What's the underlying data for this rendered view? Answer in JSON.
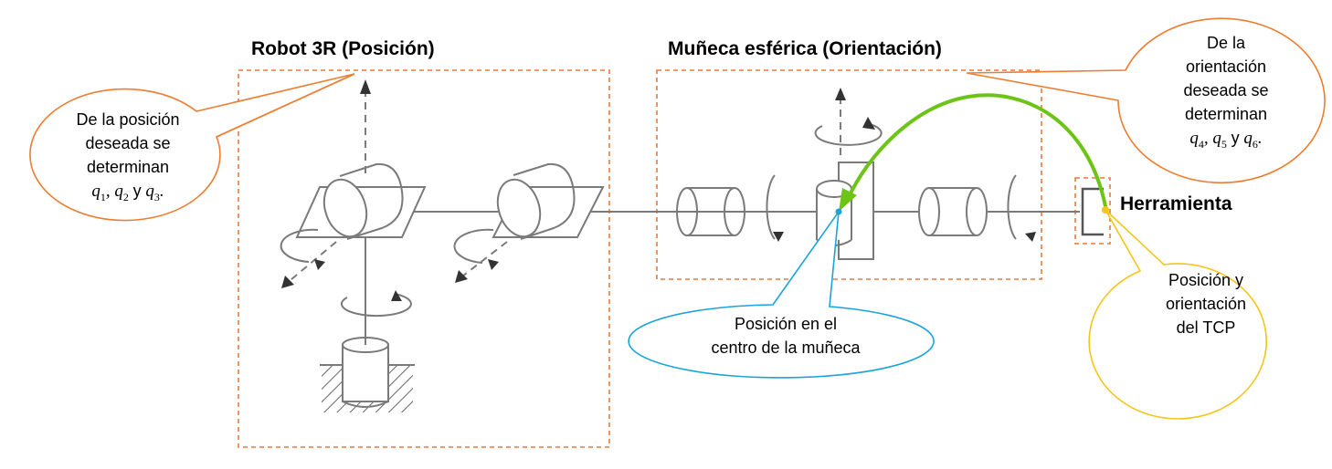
{
  "colors": {
    "box_stroke": "#E8793B",
    "callout_orange": "#ED7D31",
    "callout_blue": "#1AA3DD",
    "callout_yellow": "#F5C518",
    "arc_green": "#6CC417",
    "mechanism": "#7a7a7a"
  },
  "titles": {
    "robot_3r": "Robot 3R (Posición)",
    "wrist": "Muñeca esférica (Orientación)",
    "tool": "Herramienta"
  },
  "callouts": {
    "position": {
      "line1": "De la posición",
      "line2": "deseada se",
      "line3": "determinan",
      "var1": "q",
      "sub1": "1",
      "var2": "q",
      "sub2": "2",
      "conj": "y",
      "var3": "q",
      "sub3": "3"
    },
    "orientation": {
      "line1": "De la",
      "line2": "orientación",
      "line3": "deseada se",
      "line4": "determinan",
      "var1": "q",
      "sub1": "4",
      "var2": "q",
      "sub2": "5",
      "conj": "y",
      "var3": "q",
      "sub3": "6"
    },
    "wrist_center": {
      "line1": "Posición en el",
      "line2": "centro de la muñeca"
    },
    "tcp": {
      "line1": "Posición y",
      "line2": "orientación",
      "line3": "del TCP"
    }
  },
  "icons": [
    "revolute-joint-icon",
    "rotation-arrow-icon",
    "fixed-base-icon",
    "gripper-icon"
  ]
}
